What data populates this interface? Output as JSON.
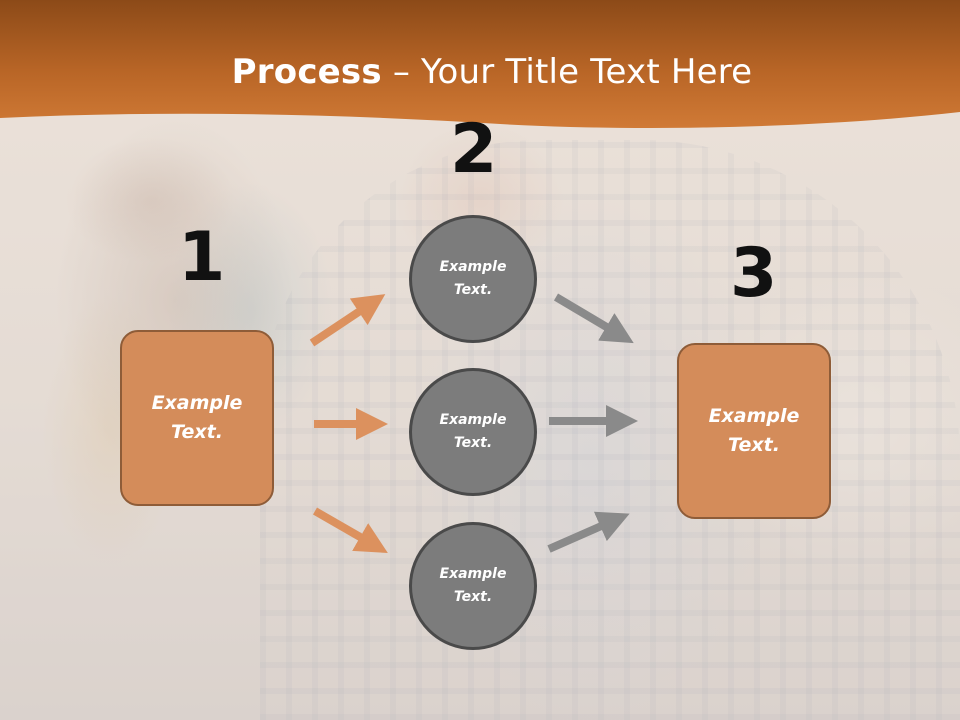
{
  "header": {
    "title_bold": "Process",
    "title_dash": " – ",
    "title_rest": "Your Title Text Here"
  },
  "steps": {
    "numbers": [
      "1",
      "2",
      "3"
    ]
  },
  "boxes": {
    "left": "Example Text.",
    "right": "Example Text."
  },
  "circles": [
    "Example Text.",
    "Example Text.",
    "Example Text."
  ],
  "colors": {
    "header_orange": "#c0692a",
    "box_fill": "#d48c5a",
    "circle_fill": "#7c7c7c",
    "arrow_orange": "#dc915e",
    "arrow_gray": "#8a8a8a"
  }
}
